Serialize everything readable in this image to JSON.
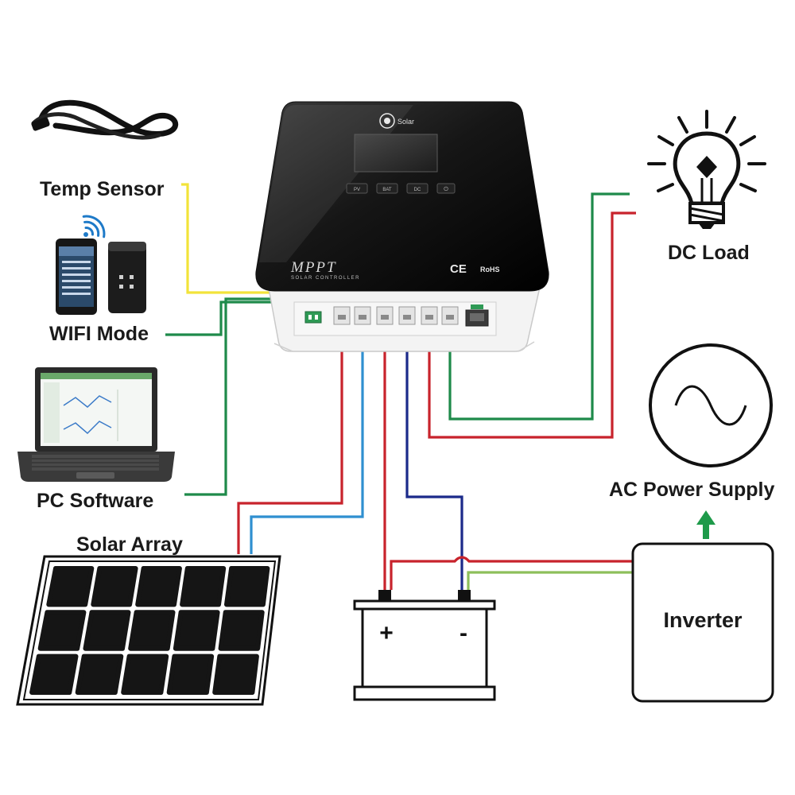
{
  "labels": {
    "temp_sensor": "Temp Sensor",
    "wifi_mode": "WIFI Mode",
    "pc_software": "PC Software",
    "solar_array": "Solar Array",
    "dc_load": "DC Load",
    "ac_power_supply": "AC Power Supply",
    "inverter": "Inverter"
  },
  "controller": {
    "model": "MPPT",
    "subtitle": "SOLAR CONTROLLER",
    "cert_ce": "CE",
    "cert_rohs": "RoHS",
    "brand": "Solar",
    "buttons": [
      "PV",
      "BAT",
      "DC",
      "⏻"
    ]
  },
  "battery": {
    "plus": "+",
    "minus": "-"
  },
  "colors": {
    "red": "#c8232c",
    "blue": "#2f8fd0",
    "navy": "#1b2a8a",
    "green": "#1e8a4a",
    "yellow": "#f2e33a",
    "olive": "#8dbf5a",
    "arrow": "#1e9a4a"
  }
}
